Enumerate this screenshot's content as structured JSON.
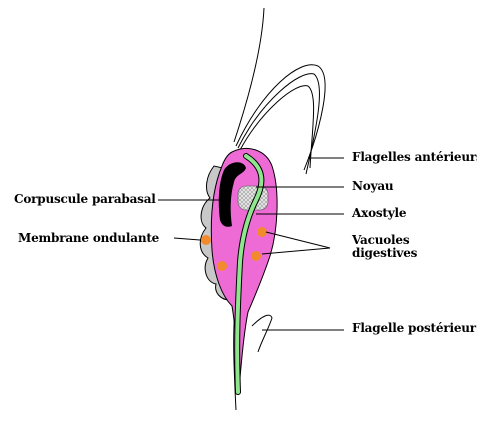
{
  "diagram": {
    "labels": {
      "flagelles_anterieurs": "Flagelles antérieurs",
      "noyau": "Noyau",
      "corpuscule_parabasal": "Corpuscule parabasal",
      "axostyle": "Axostyle",
      "membrane_ondulante": "Membrane ondulante",
      "vacuoles_line1": "Vacuoles",
      "vacuoles_line2": "digestives",
      "flagelle_posterieur": "Flagelle postérieur"
    },
    "colors": {
      "cell_body": "#ee6bd6",
      "axostyle": "#8fe68f",
      "parabasal_body": "#000000",
      "nucleus": "#d9d9d9",
      "vacuoles": "#f28a2e",
      "membrane": "#c8c8c8",
      "lines": "#000000"
    }
  }
}
